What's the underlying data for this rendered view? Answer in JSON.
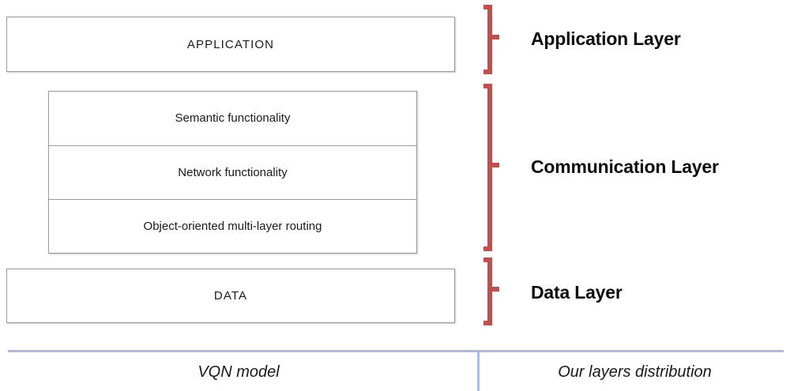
{
  "figure": {
    "accent_color": "#c0504d",
    "box_border_color": "#9a9a9a",
    "rule_color": "#a3bfe3",
    "text_color": "#1a1a1a"
  },
  "vqn_model": {
    "application": {
      "label": "APPLICATION"
    },
    "communication_stack": [
      {
        "label": "Semantic functionality"
      },
      {
        "label": "Network functionality"
      },
      {
        "label": "Object-oriented multi-layer routing"
      }
    ],
    "data": {
      "label": "DATA"
    }
  },
  "our_layers": [
    {
      "label": "Application Layer",
      "brace": "curly-brace-right-icon"
    },
    {
      "label": "Communication Layer",
      "brace": "curly-brace-right-icon"
    },
    {
      "label": "Data Layer",
      "brace": "curly-brace-right-icon"
    }
  ],
  "captions": {
    "left": "VQN model",
    "right": "Our layers distribution"
  }
}
